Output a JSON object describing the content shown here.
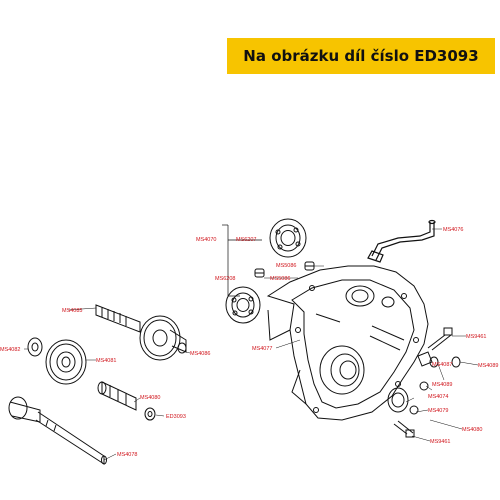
{
  "banner": {
    "text": "Na obrázku díl číslo ED3093",
    "color": "#f7c400"
  },
  "diagram": {
    "line_color": "#111111",
    "label_color": "#d0141b",
    "labels": [
      "MS4070",
      "MS6207",
      "MS5086",
      "MS6208",
      "MS5086",
      "MS4076",
      "MS4077",
      "MS9461",
      "MS4089",
      "MS4087",
      "MS4089",
      "MS4074",
      "MS4079",
      "MS4080",
      "MS9461",
      "MS4085",
      "MS4082",
      "MS4081",
      "MS4086",
      "MS4080",
      "ED3093",
      "MS4078"
    ]
  }
}
